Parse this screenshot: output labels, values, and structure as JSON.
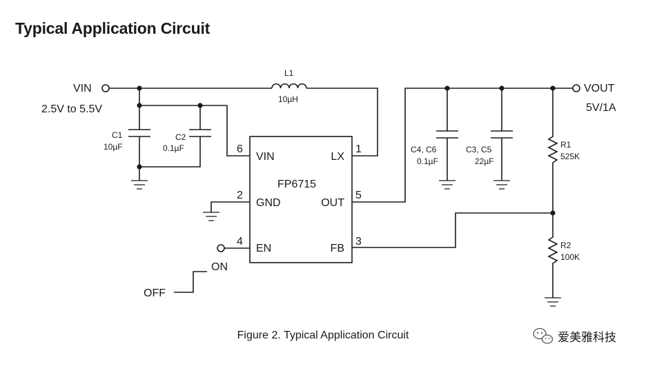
{
  "heading": "Typical Application Circuit",
  "caption": "Figure 2. Typical Application Circuit",
  "watermark": "爱美雅科技",
  "ic": {
    "name": "FP6715",
    "pins": [
      {
        "num": "6",
        "name": "VIN"
      },
      {
        "num": "2",
        "name": "GND"
      },
      {
        "num": "4",
        "name": "EN"
      },
      {
        "num": "1",
        "name": "LX"
      },
      {
        "num": "5",
        "name": "OUT"
      },
      {
        "num": "3",
        "name": "FB"
      }
    ]
  },
  "input": {
    "label": "VIN",
    "range": "2.5V to 5.5V"
  },
  "output": {
    "label": "VOUT",
    "rating": "5V/1A"
  },
  "components": {
    "L1": {
      "ref": "L1",
      "value": "10µH"
    },
    "C1": {
      "ref": "C1",
      "value": "10µF"
    },
    "C2": {
      "ref": "C2",
      "value": "0.1µF"
    },
    "C46": {
      "ref": "C4, C6",
      "value": "0.1µF"
    },
    "C35": {
      "ref": "C3, C5",
      "value": "22µF"
    },
    "R1": {
      "ref": "R1",
      "value": "525K"
    },
    "R2": {
      "ref": "R2",
      "value": "100K"
    }
  },
  "switch": {
    "on": "ON",
    "off": "OFF"
  }
}
